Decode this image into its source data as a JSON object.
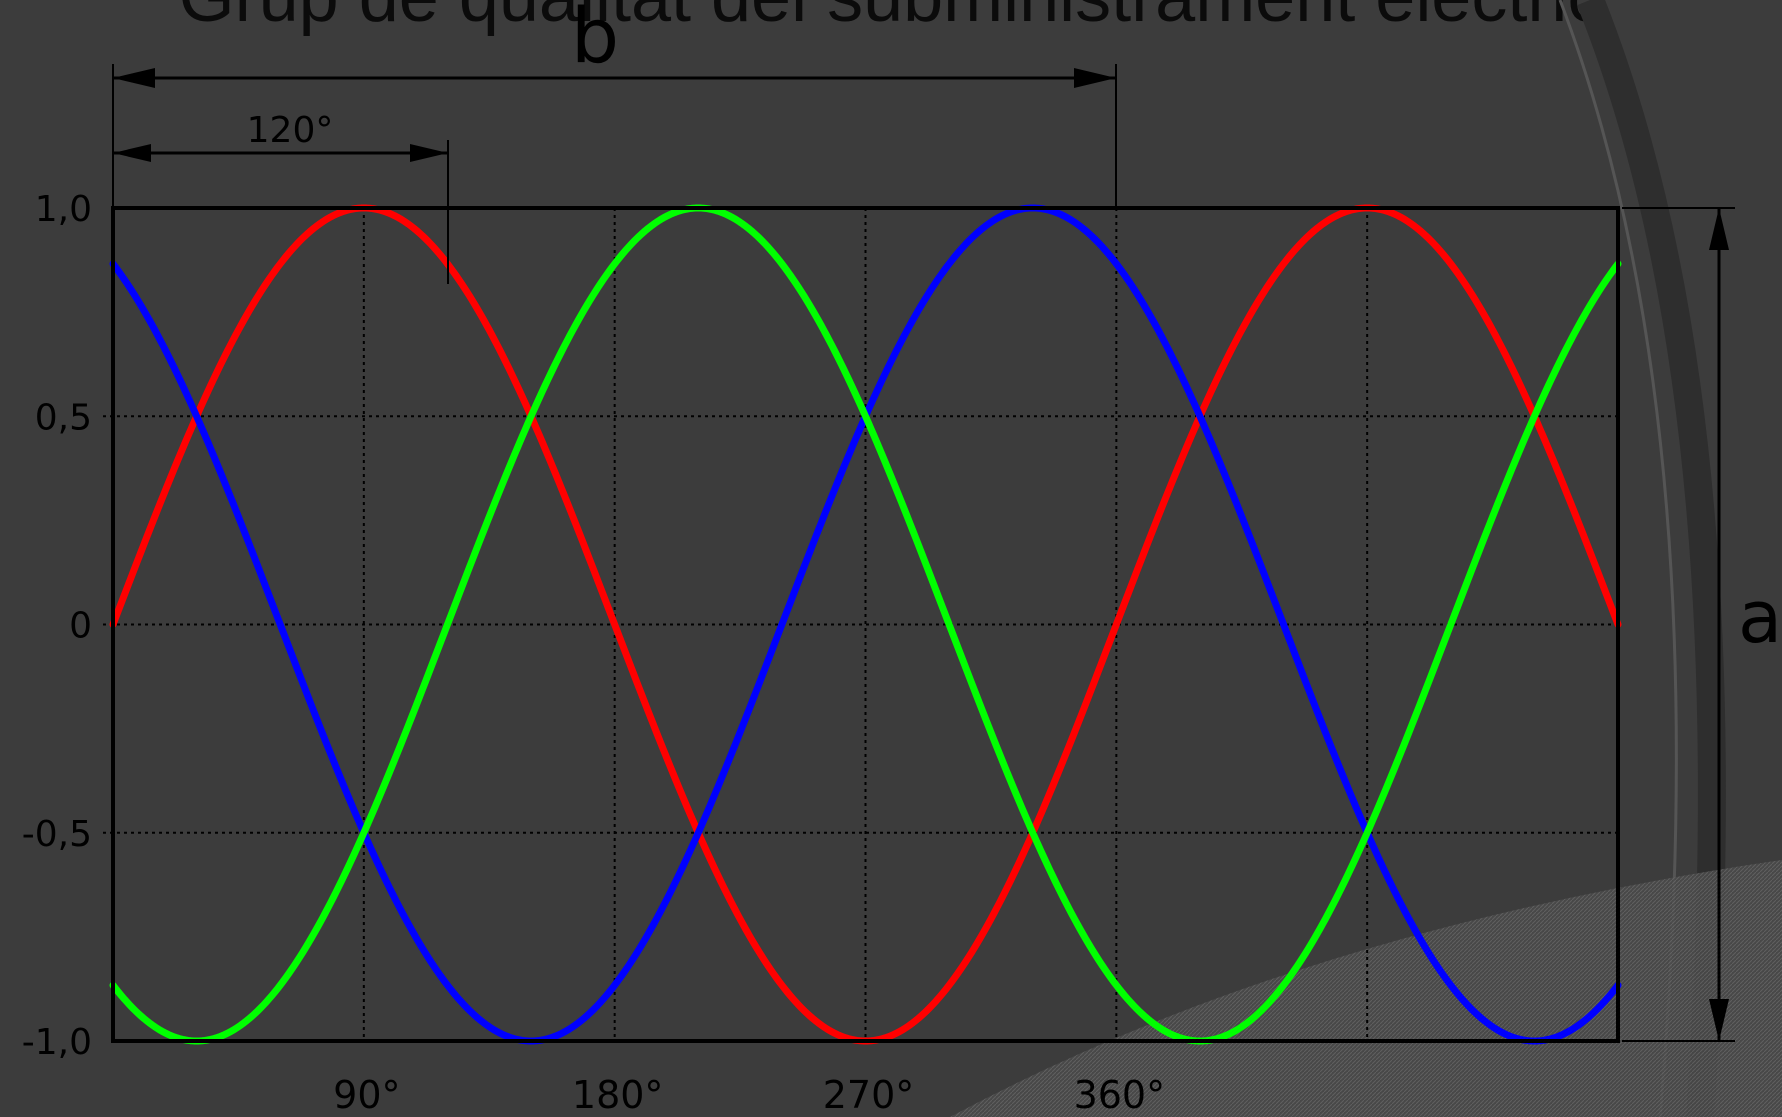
{
  "slide": {
    "title": "Grup de qualitat del subministrament elèctric"
  },
  "chart_data": {
    "type": "line",
    "title": "",
    "xlabel": "",
    "ylabel": "",
    "xlim": [
      0,
      540
    ],
    "ylim": [
      -1.0,
      1.0
    ],
    "grid": true,
    "x_ticks": [
      {
        "value": 90,
        "label": "90°"
      },
      {
        "value": 180,
        "label": "180°"
      },
      {
        "value": 270,
        "label": "270°"
      },
      {
        "value": 360,
        "label": "360°"
      }
    ],
    "x_gridlines": [
      90,
      180,
      270,
      360,
      450
    ],
    "y_ticks": [
      {
        "value": 1.0,
        "label": "1,0"
      },
      {
        "value": 0.5,
        "label": "0,5"
      },
      {
        "value": 0,
        "label": "0"
      },
      {
        "value": -0.5,
        "label": "-0,5"
      },
      {
        "value": -1.0,
        "label": "-1,0"
      }
    ],
    "series": [
      {
        "color": "#ff0000",
        "function": "sin(x)",
        "phase_deg": 0
      },
      {
        "color": "#0000ff",
        "function": "sin(x + 120°)",
        "phase_deg": 120
      },
      {
        "color": "#00ff00",
        "function": "sin(x - 120°)",
        "phase_deg": -120
      }
    ],
    "annotations": {
      "period_label": "b",
      "period_span_deg": [
        0,
        360
      ],
      "phase_label": "120°",
      "phase_span_deg": [
        0,
        120
      ],
      "amplitude_label": "a",
      "amplitude_span": [
        -1.0,
        1.0
      ]
    }
  }
}
